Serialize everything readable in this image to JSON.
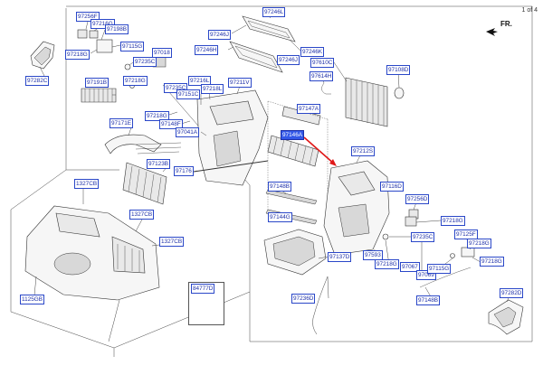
{
  "page": {
    "number": "1 of 4",
    "direction_label": "FR."
  },
  "detail_box": {
    "part": "84777D"
  },
  "labels": [
    {
      "id": "97256F",
      "text": "97256F"
    },
    {
      "id": "97216G-a",
      "text": "97216G"
    },
    {
      "id": "97198B",
      "text": "97198B"
    },
    {
      "id": "97115G-a",
      "text": "97115G"
    },
    {
      "id": "97218G-a",
      "text": "97218G"
    },
    {
      "id": "97018",
      "text": "97018"
    },
    {
      "id": "97235C-a",
      "text": "97235C"
    },
    {
      "id": "97218G-b",
      "text": "97218G"
    },
    {
      "id": "97282C",
      "text": "97282C"
    },
    {
      "id": "97191B",
      "text": "97191B"
    },
    {
      "id": "97246L",
      "text": "97246L"
    },
    {
      "id": "97246J-a",
      "text": "97246J"
    },
    {
      "id": "97246H",
      "text": "97246H"
    },
    {
      "id": "97246K",
      "text": "97246K"
    },
    {
      "id": "97246J-b",
      "text": "97246J"
    },
    {
      "id": "97610C",
      "text": "97610C"
    },
    {
      "id": "97614H",
      "text": "97614H"
    },
    {
      "id": "97108D",
      "text": "97108D"
    },
    {
      "id": "97235C-b",
      "text": "97235C"
    },
    {
      "id": "97216L",
      "text": "97216L"
    },
    {
      "id": "97211V",
      "text": "97211V"
    },
    {
      "id": "97151C",
      "text": "97151C"
    },
    {
      "id": "97218L",
      "text": "97218L"
    },
    {
      "id": "97218G-c",
      "text": "97218G"
    },
    {
      "id": "97147A",
      "text": "97147A"
    },
    {
      "id": "97171E",
      "text": "97171E"
    },
    {
      "id": "97148F",
      "text": "97148F"
    },
    {
      "id": "97041A",
      "text": "97041A"
    },
    {
      "id": "97123B",
      "text": "97123B"
    },
    {
      "id": "97176",
      "text": "97176"
    },
    {
      "id": "97212S",
      "text": "97212S"
    },
    {
      "id": "97116D",
      "text": "97116D"
    },
    {
      "id": "97148B-a",
      "text": "97148B"
    },
    {
      "id": "97256D",
      "text": "97256D"
    },
    {
      "id": "97144G",
      "text": "97144G"
    },
    {
      "id": "97218G-d",
      "text": "97218G"
    },
    {
      "id": "97235C-c",
      "text": "97235C"
    },
    {
      "id": "97125F",
      "text": "97125F"
    },
    {
      "id": "97218G-e",
      "text": "97218G"
    },
    {
      "id": "1327CB-a",
      "text": "1327CB"
    },
    {
      "id": "1327CB-b",
      "text": "1327CB"
    },
    {
      "id": "1327CB-c",
      "text": "1327CB"
    },
    {
      "id": "97137D",
      "text": "97137D"
    },
    {
      "id": "97593",
      "text": "97593"
    },
    {
      "id": "97218G-f",
      "text": "97218G"
    },
    {
      "id": "97067",
      "text": "97067"
    },
    {
      "id": "97069",
      "text": "97069"
    },
    {
      "id": "97115G-b",
      "text": "97115G"
    },
    {
      "id": "97218G-g",
      "text": "97218G"
    },
    {
      "id": "97148B-b",
      "text": "97148B"
    },
    {
      "id": "97236D",
      "text": "97236D"
    },
    {
      "id": "97282D",
      "text": "97282D"
    },
    {
      "id": "1125GB",
      "text": "1125GB"
    },
    {
      "id": "97146A",
      "text": "97146A",
      "highlighted": true
    }
  ]
}
